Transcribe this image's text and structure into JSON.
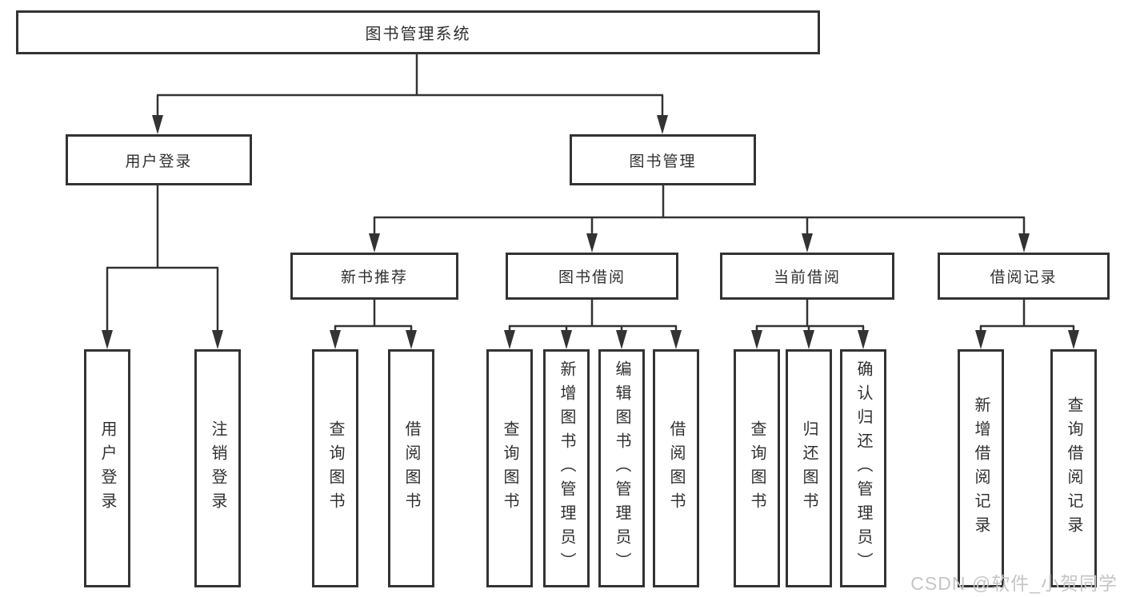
{
  "diagram": {
    "title": "图书管理系统",
    "level2": [
      {
        "label": "用户登录"
      },
      {
        "label": "图书管理"
      }
    ],
    "level3": [
      {
        "label": "新书推荐",
        "parent": "图书管理"
      },
      {
        "label": "图书借阅",
        "parent": "图书管理"
      },
      {
        "label": "当前借阅",
        "parent": "图书管理"
      },
      {
        "label": "借阅记录",
        "parent": "图书管理"
      }
    ],
    "leaves": [
      {
        "label": "用户登录",
        "parent": "用户登录"
      },
      {
        "label": "注销登录",
        "parent": "用户登录"
      },
      {
        "label": "查询图书",
        "parent": "新书推荐"
      },
      {
        "label": "借阅图书",
        "parent": "新书推荐"
      },
      {
        "label": "查询图书",
        "parent": "图书借阅"
      },
      {
        "label": "新增图书（管理员）",
        "parent": "图书借阅"
      },
      {
        "label": "编辑图书（管理员）",
        "parent": "图书借阅"
      },
      {
        "label": "借阅图书",
        "parent": "图书借阅"
      },
      {
        "label": "查询图书",
        "parent": "当前借阅"
      },
      {
        "label": "归还图书",
        "parent": "当前借阅"
      },
      {
        "label": "确认归还（管理员）",
        "parent": "当前借阅"
      },
      {
        "label": "新增借阅记录",
        "parent": "借阅记录"
      },
      {
        "label": "查询借阅记录",
        "parent": "借阅记录"
      }
    ]
  },
  "watermark": {
    "text": "CSDN @软件_小贺同学"
  },
  "colors": {
    "line": "#333333",
    "text": "#303030",
    "watermark": "#c5c5c5",
    "background": "#ffffff"
  }
}
